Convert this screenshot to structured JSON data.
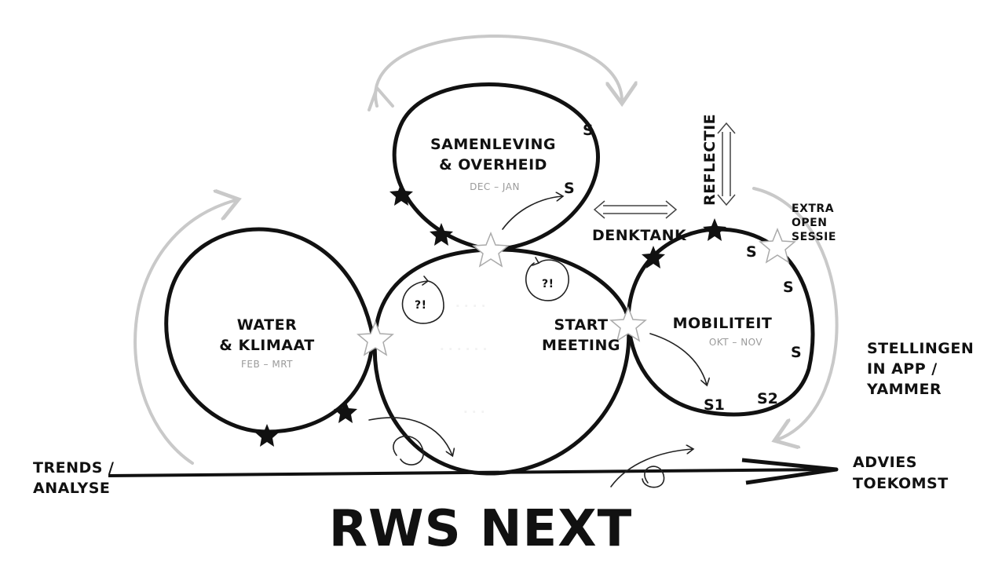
{
  "diagram": {
    "title": "RWS NEXT",
    "axis": {
      "start_label_1": "TRENDS /",
      "start_label_2": "ANALYSE",
      "end_label_1": "ADVIES",
      "end_label_2": "TOEKOMST"
    },
    "loops": {
      "water": {
        "title_1": "WATER",
        "title_2": "& KLIMAAT",
        "period": "FEB – MRT"
      },
      "samenleving": {
        "title_1": "SAMENLEVING",
        "title_2": "& OVERHEID",
        "period": "DEC – JAN"
      },
      "start": {
        "title_1": "START",
        "title_2": "MEETING",
        "question_marks": [
          "?!",
          "?!"
        ]
      },
      "mobiliteit": {
        "title": "MOBILITEIT",
        "period": "OKT – NOV",
        "session_marks": [
          "S",
          "S",
          "S",
          "S1",
          "S2"
        ]
      }
    },
    "samenleving_marks": [
      "S",
      "S"
    ],
    "annotations": {
      "reflectie": "REFLECTIE",
      "denktank": "DENKTANK",
      "extra_1": "EXTRA",
      "extra_2": "OPEN",
      "extra_3": "SESSIE",
      "stellingen_1": "STELLINGEN",
      "stellingen_2": "IN APP /",
      "stellingen_3": "YAMMER"
    },
    "colors": {
      "ink": "#111111",
      "grey_arrows": "#c9c9c9",
      "subtle_text": "#9a9a9a"
    }
  }
}
